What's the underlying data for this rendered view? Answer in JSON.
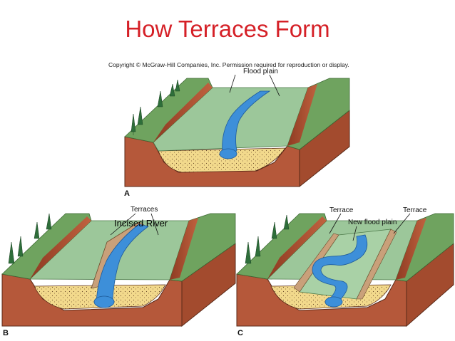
{
  "title": "How Terraces Form",
  "copyright": "Copyright © McGraw-Hill Companies, Inc. Permission required for reproduction or display.",
  "panels": {
    "a": {
      "letter": "A",
      "flood_plain_label": "Flood plain"
    },
    "b": {
      "letter": "B",
      "terraces_label": "Terraces",
      "incised_label": "Incised River"
    },
    "c": {
      "letter": "C",
      "terrace_left_label": "Terrace",
      "terrace_right_label": "Terrace",
      "new_flood_plain_label": "New flood plain"
    }
  },
  "colors": {
    "title": "#d52027",
    "land_top": "#8fbc8f",
    "river": "#3d8fd9",
    "soil": "#b5583a",
    "sediment": "#f2d98c",
    "forest": "#2e6e3a"
  }
}
